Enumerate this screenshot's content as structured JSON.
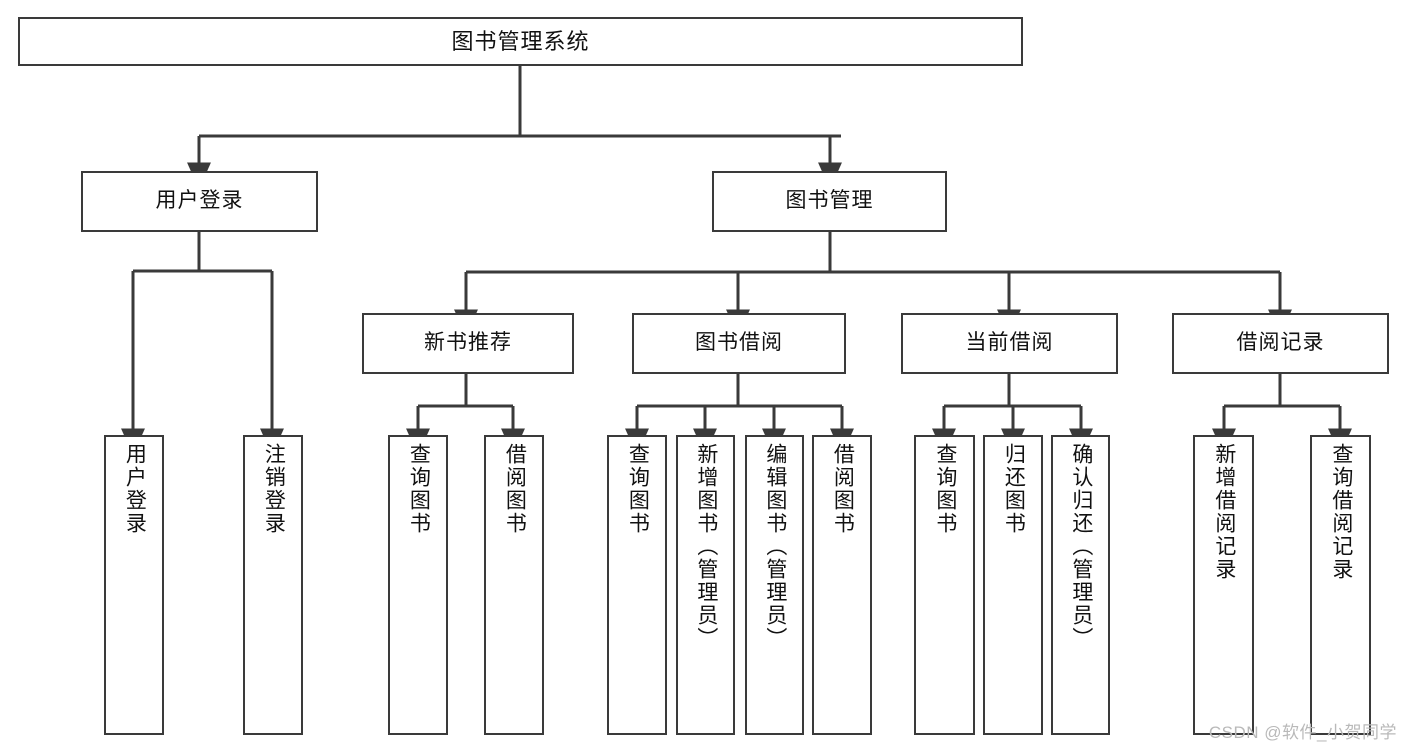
{
  "diagram": {
    "type": "tree",
    "title": "图书管理系统",
    "watermark": "CSDN @软件_小贺同学",
    "colors": {
      "box_border": "#3a3a3a",
      "box_fill": "#ffffff",
      "connector": "#3a3a3a",
      "text": "#111111",
      "watermark": "#b9b9b9",
      "background": "#ffffff"
    },
    "nodes": {
      "root": {
        "label": "图书管理系统",
        "level": 0
      },
      "user_login": {
        "label": "用户登录",
        "level": 1
      },
      "book_manage": {
        "label": "图书管理",
        "level": 1
      },
      "new_book_rec": {
        "label": "新书推荐",
        "level": 2
      },
      "book_borrow": {
        "label": "图书借阅",
        "level": 2
      },
      "current_borrow": {
        "label": "当前借阅",
        "level": 2
      },
      "borrow_record": {
        "label": "借阅记录",
        "level": 2
      },
      "leaf_user_login": {
        "label": "用户登录",
        "level": 2
      },
      "leaf_logout": {
        "label": "注销登录",
        "level": 2
      },
      "leaf_query_book_1": {
        "label": "查询图书",
        "level": 3
      },
      "leaf_borrow_book_1": {
        "label": "借阅图书",
        "level": 3
      },
      "leaf_query_book_2": {
        "label": "查询图书",
        "level": 3
      },
      "leaf_add_book": {
        "label": "新增图书（管理员）",
        "level": 3
      },
      "leaf_edit_book": {
        "label": "编辑图书（管理员）",
        "level": 3
      },
      "leaf_borrow_book_2": {
        "label": "借阅图书",
        "level": 3
      },
      "leaf_query_book_3": {
        "label": "查询图书",
        "level": 3
      },
      "leaf_return_book": {
        "label": "归还图书",
        "level": 3
      },
      "leaf_confirm_return": {
        "label": "确认归还（管理员）",
        "level": 3
      },
      "leaf_add_record": {
        "label": "新增借阅记录",
        "level": 3
      },
      "leaf_query_record": {
        "label": "查询借阅记录",
        "level": 3
      }
    },
    "edges": [
      {
        "from": "root",
        "to": "user_login"
      },
      {
        "from": "root",
        "to": "book_manage"
      },
      {
        "from": "user_login",
        "to": "leaf_user_login"
      },
      {
        "from": "user_login",
        "to": "leaf_logout"
      },
      {
        "from": "book_manage",
        "to": "new_book_rec"
      },
      {
        "from": "book_manage",
        "to": "book_borrow"
      },
      {
        "from": "book_manage",
        "to": "current_borrow"
      },
      {
        "from": "book_manage",
        "to": "borrow_record"
      },
      {
        "from": "new_book_rec",
        "to": "leaf_query_book_1"
      },
      {
        "from": "new_book_rec",
        "to": "leaf_borrow_book_1"
      },
      {
        "from": "book_borrow",
        "to": "leaf_query_book_2"
      },
      {
        "from": "book_borrow",
        "to": "leaf_add_book"
      },
      {
        "from": "book_borrow",
        "to": "leaf_edit_book"
      },
      {
        "from": "book_borrow",
        "to": "leaf_borrow_book_2"
      },
      {
        "from": "current_borrow",
        "to": "leaf_query_book_3"
      },
      {
        "from": "current_borrow",
        "to": "leaf_return_book"
      },
      {
        "from": "current_borrow",
        "to": "leaf_confirm_return"
      },
      {
        "from": "borrow_record",
        "to": "leaf_add_record"
      },
      {
        "from": "borrow_record",
        "to": "leaf_query_record"
      }
    ]
  }
}
